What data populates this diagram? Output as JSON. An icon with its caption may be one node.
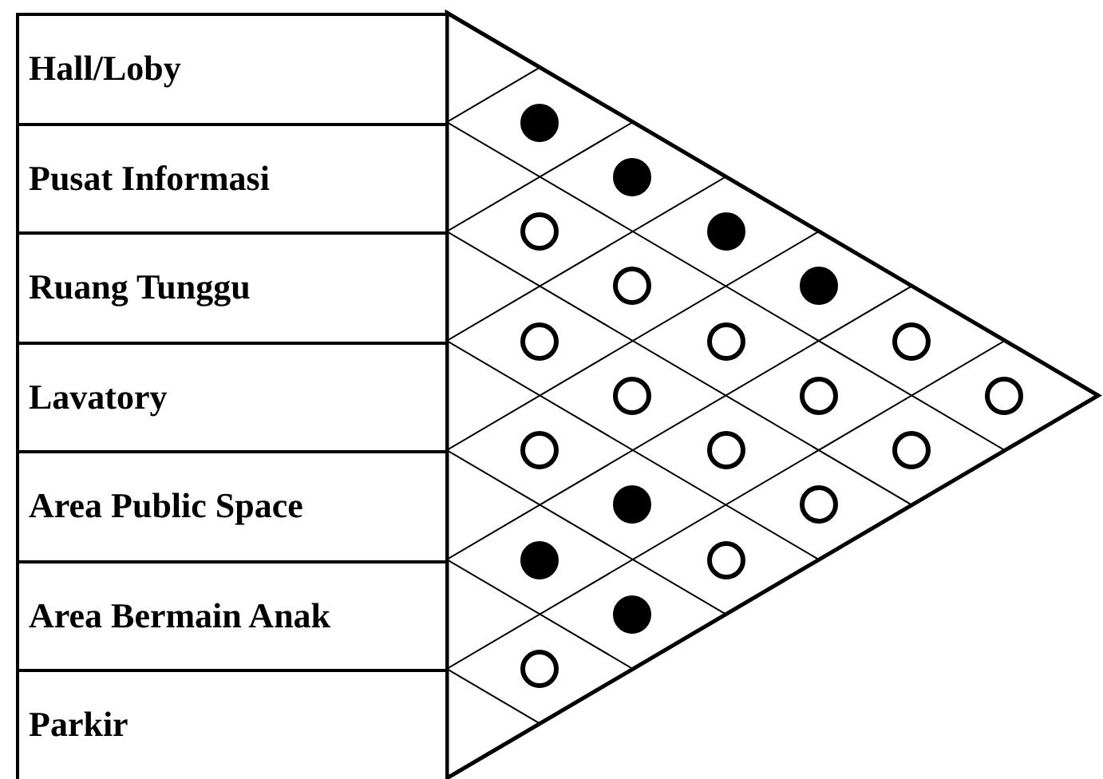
{
  "diagram": {
    "nodes": [
      {
        "text": [
          "Hall/Loby"
        ]
      },
      {
        "text": [
          "Pusat Informasi"
        ]
      },
      {
        "text": [
          "Ruang Tunggu"
        ]
      },
      {
        "text": [
          "Lavatory"
        ]
      },
      {
        "text": [
          "Area Public Space"
        ]
      },
      {
        "text": [
          "Area Bermain Anak"
        ]
      },
      {
        "text": [
          "Parkir"
        ]
      },
      {
        "text": [],
        "shape": "dot"
      },
      {
        "text": [],
        "shape": "dot"
      },
      {
        "text": [],
        "shape": "circle"
      },
      {
        "text": [],
        "shape": "dot"
      },
      {
        "text": [],
        "shape": "circle"
      },
      {
        "text": [],
        "shape": "dot"
      },
      {
        "text": [],
        "shape": "circle"
      },
      {
        "text": [],
        "shape": "circle"
      },
      {
        "text": [],
        "shape": "circle"
      },
      {
        "text": [],
        "shape": "circle"
      },
      {
        "text": [],
        "shape": "circle"
      },
      {
        "text": [],
        "shape": "circle"
      },
      {
        "text": [],
        "shape": "circle"
      },
      {
        "text": [],
        "shape": "circle"
      },
      {
        "text": [],
        "shape": "circle"
      },
      {
        "text": [],
        "shape": "dot"
      },
      {
        "text": [],
        "shape": "circle"
      },
      {
        "text": [],
        "shape": "dot"
      },
      {
        "text": [],
        "shape": "circle"
      },
      {
        "text": [],
        "shape": "dot"
      },
      {
        "text": [],
        "shape": "circle"
      }
    ]
  }
}
